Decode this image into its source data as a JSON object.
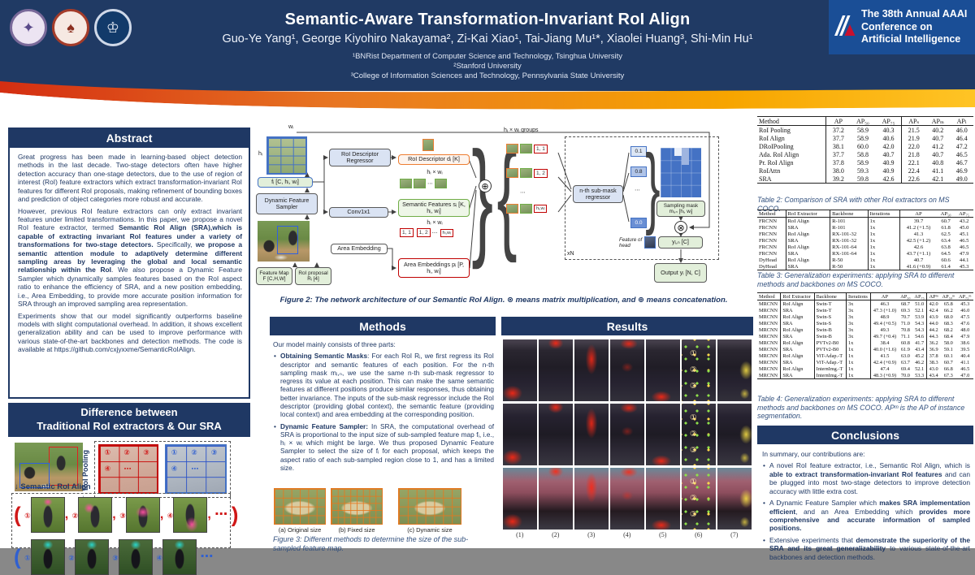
{
  "colors": {
    "navy": "#1f3864",
    "header_bg": "#203a64",
    "aaai_bg": "#1a4e96",
    "swoosh_red": "#d42e12",
    "swoosh_yellow": "#ffb81c",
    "accent_red": "#c00000",
    "accent_blue": "#4472c4",
    "accent_green": "#70ad47",
    "accent_orange": "#ed7d31"
  },
  "header": {
    "title": "Semantic-Aware Transformation-Invariant RoI Align",
    "authors": "Guo-Ye Yang¹, George Kiyohiro Nakayama², Zi-Kai Xiao¹, Tai-Jiang Mu¹*, Xiaolei Huang³, Shi-Min Hu¹",
    "affil1": "¹BNRist Department of Computer Science and Technology, Tsinghua University",
    "affil2": "²Stanford University",
    "affil3": "³College of Information Sciences and Technology, Pennsylvania State University",
    "aaai": "The 38th Annual AAAI Conference on Artificial Intelligence",
    "logos": [
      "tsinghua-university-seal",
      "stanford-university-seal",
      "penn-state-university-seal"
    ]
  },
  "abstract": {
    "heading": "Abstract",
    "p1": [
      {
        "t": "Great progress has been made in learning-based object detection methods in the last decade. Two-stage detectors often have higher detection accuracy than one-stage detectors, due to the use of region of interest (RoI) feature extractors which extract transformation-invariant RoI features for different RoI proposals, making refinement of bounding boxes and prediction of object categories more robust and accurate."
      }
    ],
    "p2": [
      {
        "t": "However, previous RoI feature extractors can only extract invariant features under limited transformations. In this paper, we propose a novel RoI feature extractor, termed "
      },
      {
        "t": "Semantic RoI Align (SRA),which is capable of extracting invariant RoI features under a variety of transformations for two-stage detectors.",
        "b": true
      },
      {
        "t": " Specifically, "
      },
      {
        "t": "we propose a semantic attention module to adaptively determine different sampling areas by leveraging the global and local semantic relationship within the RoI",
        "b": true
      },
      {
        "t": ". We also propose a Dynamic Feature Sampler which dynamically samples features based on the RoI aspect ratio to enhance the efficiency of SRA, and a new position embedding, i.e., Area Embedding, to provide more accurate position information for SRA through an improved sampling area representation."
      }
    ],
    "p3": [
      {
        "t": "Experiments show that our model significantly outperforms baseline models with slight computational overhead. In addition, it shows excellent generalization ability and can be used to improve performance with various state-of-the-art backbones and detection methods. The code is available at https://github.com/cxjyxxme/SemanticRoIAlign."
      }
    ]
  },
  "diff": {
    "heading1": "Difference between",
    "heading2": "Traditional RoI extractors & Our SRA",
    "roi_pooling": "RoI Pooling",
    "sra": "Semantic RoI Align",
    "arrow_down": "↓",
    "nums": [
      "①",
      "②",
      "③",
      "④"
    ],
    "dots": "⋯",
    "comma": ",",
    "paren_open": "(",
    "paren_close": ")"
  },
  "figure2": {
    "wi": "wᵢ",
    "hi": "hᵢ",
    "fi_box": "fᵢ [C, hᵢ, wᵢ]",
    "dfs": "Dynamic Feature Sampler",
    "feature_map": "Feature Map F [C,H,W]",
    "roi_proposal": "RoI proposal Rᵢ [4]",
    "rdr": "RoI Descriptor Regressor",
    "roi_desc": "RoI Descriptor dᵢ [K]",
    "conv": "Conv1x1",
    "hw": "hᵢ × wᵢ",
    "sem_feat": "Semantic Features sᵢ [K, hᵢ, wᵢ]",
    "area_emb": "Area Embedding",
    "area_embs": "Area Embeddings pᵢ [P, hᵢ, wᵢ]",
    "g11": "1, 1",
    "g12": "1, 2",
    "ghw": "hᵢ,wᵢ",
    "dots": "⋯",
    "groups_label": "hᵢ × wᵢ groups",
    "regressor": "n-th sub-mask regressor",
    "v1": "0.1",
    "v2": "0.8",
    "v3": "0.0",
    "sampling_mask": "Sampling mask mᵢ,ₙ [hᵢ, wᵢ]",
    "feature_of_head": "Feature of head",
    "yin": "yᵢ,ₙ [C]",
    "output": "Output yᵢ [N, C]",
    "xn": "xN",
    "oplus": "⊕",
    "otimes": "⊗",
    "caption": [
      {
        "t": "Figure 2: The network architecture of our Semantic RoI Align. ⊗ means matrix multiplication, and ⊕ means concatenation.",
        "b": true
      }
    ]
  },
  "methods": {
    "heading": "Methods",
    "intro": "Our model mainly consists of three parts:",
    "b1": [
      {
        "t": "Obtaining Semantic Masks",
        "b": true
      },
      {
        "t": ": For each RoI Rᵢ, we first regress its RoI descriptor and semantic features of each position. For the n-th sampling mask mᵢ,ₙ, we use the same n-th sub-mask regressor to regress its value at each position. This can make the same semantic features at different positions produce similar responses, thus obtaining better invariance. The inputs of the sub-mask regressor include the RoI descriptor (providing global context), the semantic feature (providing local context) and area embedding at the corresponding position."
      }
    ],
    "b2": [
      {
        "t": "Dynamic Feature Sampler:",
        "b": true
      },
      {
        "t": " In SRA, the computational overhead of SRA is proportional to the input size of sub-sampled feature map fᵢ, i.e., hᵢ × wᵢ which might be large. We thus proposed Dynamic Feature Sampler to select the size of fᵢ for each proposal, which keeps the aspect ratio of each sub-sampled region close to 1, and has a limited size."
      }
    ],
    "figure3": {
      "labels": [
        "(a) Original size",
        "(b) Fixed size",
        "(c) Dynamic size"
      ],
      "caption": "Figure 3: Different methods to determine the size of the sub-sampled feature map."
    }
  },
  "results": {
    "heading": "Results",
    "col_labels": [
      "(1)",
      "(2)",
      "(3)",
      "(4)",
      "(5)",
      "(6)",
      "(7)"
    ]
  },
  "tables": {
    "t2": {
      "headers": [
        "Method",
        "AP",
        "AP₅₀",
        "AP₇₅",
        "APₛ",
        "APₘ",
        "APₗ"
      ],
      "rows": [
        [
          "RoI Pooling",
          "37.2",
          "58.9",
          "40.3",
          "21.5",
          "40.2",
          "46.0"
        ],
        [
          "RoI Align",
          "37.7",
          "58.9",
          "40.6",
          "21.9",
          "40.7",
          "46.4"
        ],
        [
          "DRoIPooling",
          "38.1",
          "60.0",
          "42.0",
          "22.0",
          "41.2",
          "47.2"
        ],
        [
          "Ada. RoI Align",
          "37.7",
          "58.8",
          "40.7",
          "21.8",
          "40.7",
          "46.5"
        ],
        [
          "Pr. RoI Align",
          "37.8",
          "58.9",
          "40.9",
          "22.1",
          "40.8",
          "46.7"
        ],
        [
          "RoIAttn",
          "38.0",
          "59.3",
          "40.9",
          "22.4",
          "41.1",
          "46.9"
        ],
        [
          "^SRA",
          "^39.2",
          "^59.8",
          "^42.6",
          "^22.6",
          "^42.1",
          "^49.0"
        ]
      ],
      "caption": "Table 2: Comparison of SRA with other RoI extractors on MS COCO."
    },
    "t3": {
      "headers": [
        "Method",
        "RoI Extractor",
        "Backbone",
        "Iterations",
        "AP",
        "AP₅₀",
        "AP₇₅"
      ],
      "rows": [
        [
          "FRCNN",
          "RoI Align",
          "R-101",
          "1x",
          "39.7",
          "60.7",
          "43.2"
        ],
        [
          "FRCNN",
          "^SRA",
          "R-101",
          "1x",
          "41.2 (+1.5)",
          "61.8",
          "45.0"
        ],
        [
          "FRCNN",
          "RoI Align",
          "RX-101-32",
          "1x",
          "41.3",
          "62.5",
          "45.1"
        ],
        [
          "FRCNN",
          "^SRA",
          "RX-101-32",
          "1x",
          "42.5 (+1.2)",
          "63.4",
          "46.5"
        ],
        [
          "FRCNN",
          "RoI Align",
          "RX-101-64",
          "1x",
          "42.6",
          "63.8",
          "46.5"
        ],
        [
          "FRCNN",
          "^SRA",
          "RX-101-64",
          "1x",
          "43.7 (+1.1)",
          "64.5",
          "47.9"
        ],
        [
          "DyHead",
          "RoI Align",
          "R-50",
          "1x",
          "40.7",
          "60.6",
          "44.1"
        ],
        [
          "DyHead",
          "^SRA",
          "R-50",
          "1x",
          "41.6 (+0.9)",
          "61.4",
          "45.3"
        ]
      ],
      "caption": "Table 3: Generalization experiments: applying SRA to different methods and backbones on MS COCO."
    },
    "t4": {
      "headers": [
        "Method",
        "RoI Extractor",
        "Backbone",
        "Iterations",
        "AP",
        "AP₅₀",
        "AP₇₅",
        "APᵐ",
        "AP₅₀ᵐ",
        "AP₇₅ᵐ"
      ],
      "rows": [
        [
          "MRCNN",
          "RoI Align",
          "Swin-T",
          "3x",
          "46.3",
          "68.7",
          "51.0",
          "42.0",
          "65.8",
          "45.3"
        ],
        [
          "MRCNN",
          "^SRA",
          "Swin-T",
          "3x",
          "47.3 (+1.0)",
          "69.3",
          "52.1",
          "42.4",
          "66.2",
          "46.0"
        ],
        [
          "MRCNN",
          "RoI Align",
          "Swin-S",
          "3x",
          "48.9",
          "70.7",
          "53.9",
          "43.9",
          "68.0",
          "47.5"
        ],
        [
          "MRCNN",
          "^SRA",
          "Swin-S",
          "3x",
          "49.4 (+0.5)",
          "71.0",
          "54.3",
          "44.0",
          "68.3",
          "47.6"
        ],
        [
          "MRCNN",
          "RoI Align",
          "Swin-B",
          "3x",
          "49.3",
          "70.8",
          "54.3",
          "44.2",
          "68.2",
          "48.0"
        ],
        [
          "MRCNN",
          "^SRA",
          "Swin-B",
          "3x",
          "49.7 (+0.4)",
          "71.1",
          "54.6",
          "44.3",
          "68.4",
          "47.9"
        ],
        [
          "MRCNN",
          "RoI Align",
          "PVTv2-B0",
          "1x",
          "38.4",
          "60.8",
          "41.7",
          "36.2",
          "58.0",
          "38.6"
        ],
        [
          "MRCNN",
          "^SRA",
          "PVTv2-B0",
          "1x",
          "40.0 (+1.6)",
          "61.9",
          "43.4",
          "36.9",
          "59.1",
          "39.5"
        ],
        [
          "MRCNN",
          "RoI Align",
          "ViT-Adap.-T",
          "1x",
          "41.5",
          "63.0",
          "45.2",
          "37.8",
          "60.1",
          "40.4"
        ],
        [
          "MRCNN",
          "^SRA",
          "ViT-Adap.-T",
          "1x",
          "42.4 (+0.9)",
          "63.7",
          "46.2",
          "38.3",
          "60.7",
          "41.1"
        ],
        [
          "MRCNN",
          "RoI Align",
          "InternImg.-T",
          "1x",
          "47.4",
          "69.4",
          "52.1",
          "43.0",
          "66.8",
          "46.5"
        ],
        [
          "MRCNN",
          "^SRA",
          "InternImg.-T",
          "1x",
          "48.3 (+0.9)",
          "70.0",
          "53.3",
          "43.4",
          "67.3",
          "47.0"
        ]
      ],
      "caption": "Table 4: Generalization experiments: applying SRA to different methods and backbones on MS COCO. APᵐ is the AP of instance segmentation."
    }
  },
  "conclusions": {
    "heading": "Conclusions",
    "intro": "In summary, our contributions are:",
    "b1": [
      {
        "t": "A novel RoI feature extractor, i.e., Semantic RoI Align, which is "
      },
      {
        "t": "able to extract transformation-invariant RoI features",
        "b": true
      },
      {
        "t": " and can be plugged into most two-stage detectors to improve detection accuracy with little extra cost."
      }
    ],
    "b2": [
      {
        "t": "A Dynamic Feature Sampler which "
      },
      {
        "t": "makes SRA implementation efficient",
        "b": true
      },
      {
        "t": ", and an Area Embedding which "
      },
      {
        "t": "provides more comprehensive and accurate information of sampled positions.",
        "b": true
      }
    ],
    "b3": [
      {
        "t": "Extensive experiments that "
      },
      {
        "t": "demonstrate the superiority of the SRA and its great generalizability",
        "b": true
      },
      {
        "t": " to various state-of-the-art backbones and detection methods."
      }
    ]
  }
}
